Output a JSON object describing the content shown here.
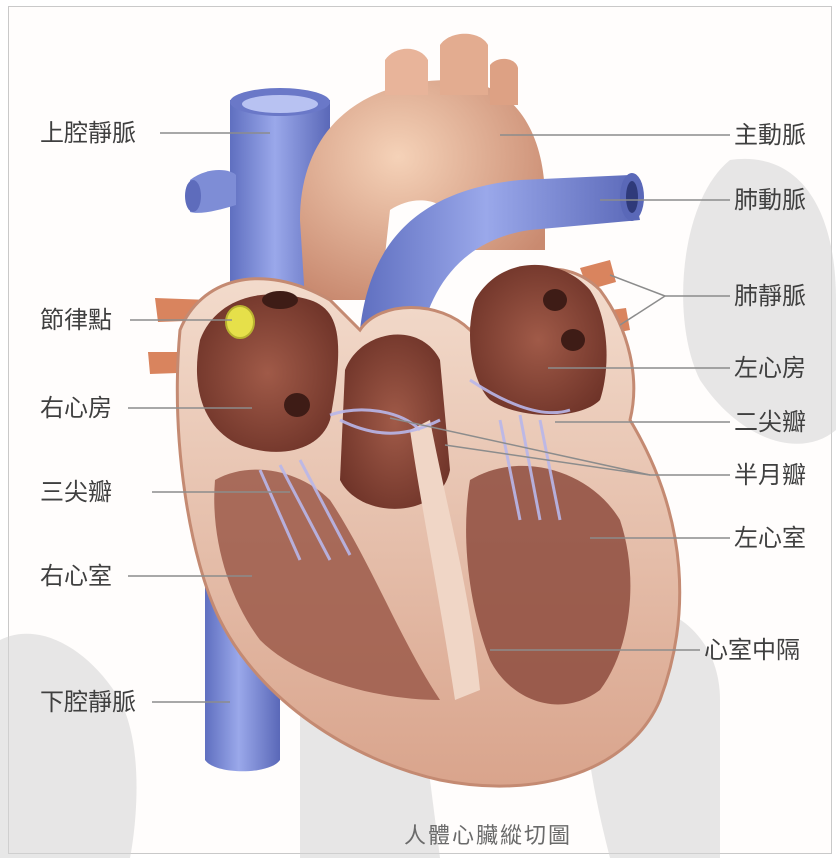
{
  "labels_left": {
    "svc": "上腔靜脈",
    "sa_node": "節律點",
    "right_atrium": "右心房",
    "tricuspid": "三尖瓣",
    "right_ventricle": "右心室",
    "ivc": "下腔靜脈"
  },
  "labels_right": {
    "aorta": "主動脈",
    "pulmonary_artery": "肺動脈",
    "pulmonary_vein": "肺靜脈",
    "left_atrium": "左心房",
    "mitral": "二尖瓣",
    "semilunar": "半月瓣",
    "left_ventricle": "左心室",
    "septum": "心室中隔"
  },
  "caption": "人體心臟縱切圖",
  "colors": {
    "vein_blue": "#7f8fd8",
    "flesh": "#e8b8a0",
    "chamber": "#8a4a3c",
    "node_yellow": "#e6e04a",
    "leader": "#8c8c8c"
  }
}
